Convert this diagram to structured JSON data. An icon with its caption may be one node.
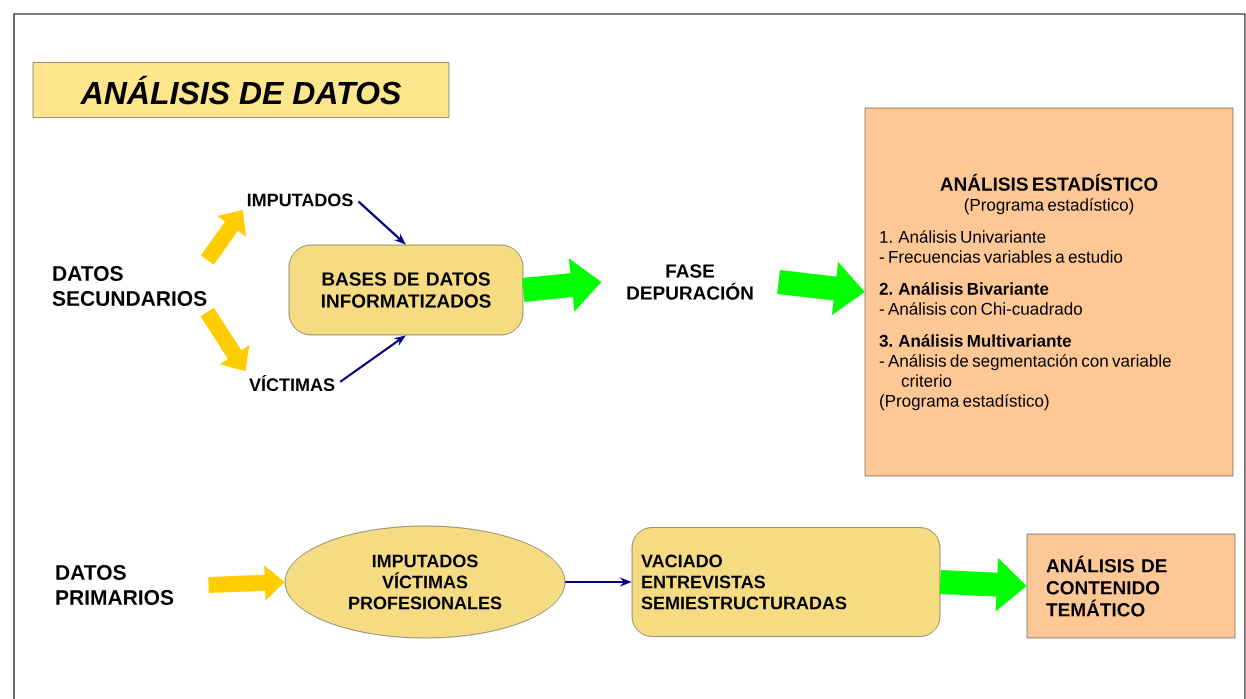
{
  "diagram": {
    "nodes": [
      {
        "text": [
          "ANÁLISIS DE DATOS"
        ]
      },
      {
        "text": [
          "DATOS SECUNDARIOS"
        ]
      },
      {
        "text": [
          "IMPUTADOS"
        ]
      },
      {
        "text": [
          "VÍCTIMAS"
        ]
      },
      {
        "text": [
          "BASES DE DATOS INFORMATIZADOS"
        ]
      },
      {
        "text": [
          "FASE DEPURACIÓN"
        ]
      },
      {
        "text": [
          "ANÁLISIS ESTADÍSTICO",
          "(Programa estadístico)",
          "1. Análisis Univariante",
          "- Frecuencias variables a estudio",
          "2. Análisis Bivariante",
          "- Análisis con Chi-cuadrado",
          "3. Análisis Multivariante",
          "- Análisis de segmentación con variable criterio",
          "(Programa estadístico)"
        ]
      },
      {
        "text": [
          "DATOS PRIMARIOS"
        ]
      },
      {
        "text": [
          "IMPUTADOS",
          "VÍCTIMAS",
          "PROFESIONALES"
        ]
      },
      {
        "text": [
          "VACIADO",
          "ENTREVISTAS",
          "SEMIESTRUCTURADAS"
        ]
      },
      {
        "text": [
          "ANÁLISIS DE CONTENIDO TEMÁTICO"
        ]
      }
    ],
    "edges": [
      {
        "from": 1,
        "to": 2,
        "arrow": "to",
        "color": "#ffcc00"
      },
      {
        "from": 1,
        "to": 3,
        "arrow": "to",
        "color": "#ffcc00"
      },
      {
        "from": 2,
        "to": 4,
        "arrow": "to",
        "color": "#000080"
      },
      {
        "from": 3,
        "to": 4,
        "arrow": "to",
        "color": "#000080"
      },
      {
        "from": 4,
        "to": 5,
        "arrow": "to",
        "color": "#00ff00"
      },
      {
        "from": 5,
        "to": 6,
        "arrow": "to",
        "color": "#00ff00"
      },
      {
        "from": 7,
        "to": 8,
        "arrow": "to",
        "color": "#ffcc00"
      },
      {
        "from": 8,
        "to": 9,
        "arrow": "to",
        "color": "#000080"
      },
      {
        "from": 9,
        "to": 10,
        "arrow": "to",
        "color": "#00ff00"
      }
    ]
  }
}
